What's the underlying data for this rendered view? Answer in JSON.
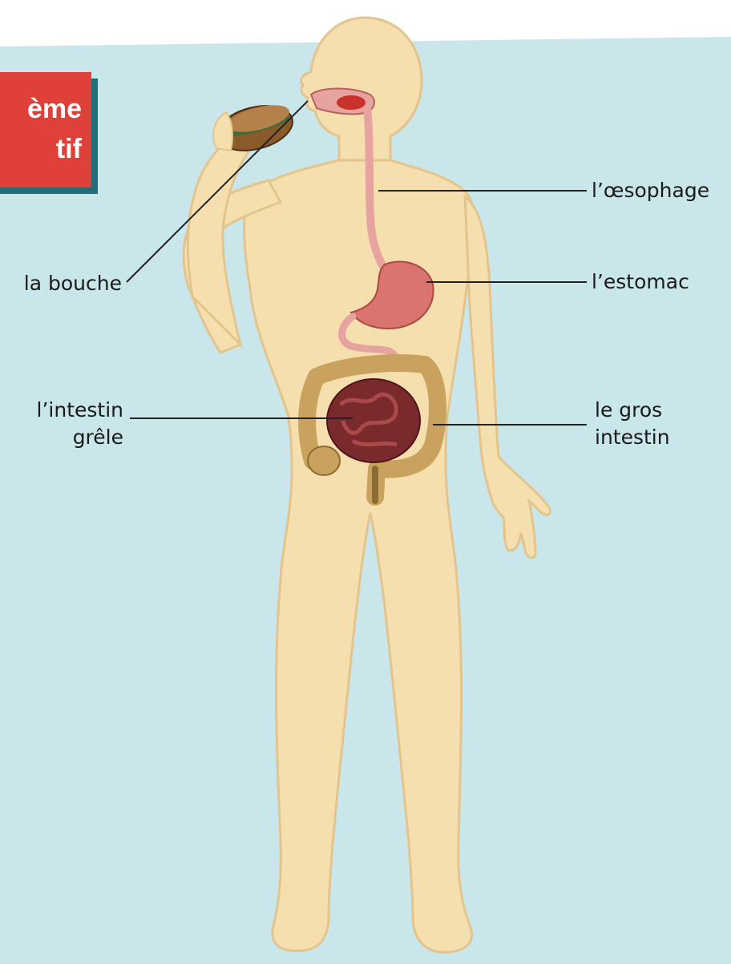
{
  "title": {
    "line1": "ème",
    "line2": "tif"
  },
  "labels": {
    "mouth": "la bouche",
    "esophagus": "l’œsophage",
    "stomach": "l’estomac",
    "small_intestine_1": "l’intestin",
    "small_intestine_2": "grêle",
    "large_intestine_1": "le gros",
    "large_intestine_2": "intestin"
  },
  "colors": {
    "background_panel": "#c9e6ea",
    "body_fill": "#f6dfae",
    "body_outline": "#e3c48c",
    "title_box": "#e0403a",
    "title_shadow": "#1f6f78",
    "esophagus": "#e6a3a0",
    "stomach": "#d9746f",
    "small_intestine": "#7a2a2c",
    "large_intestine": "#c9a25e"
  }
}
